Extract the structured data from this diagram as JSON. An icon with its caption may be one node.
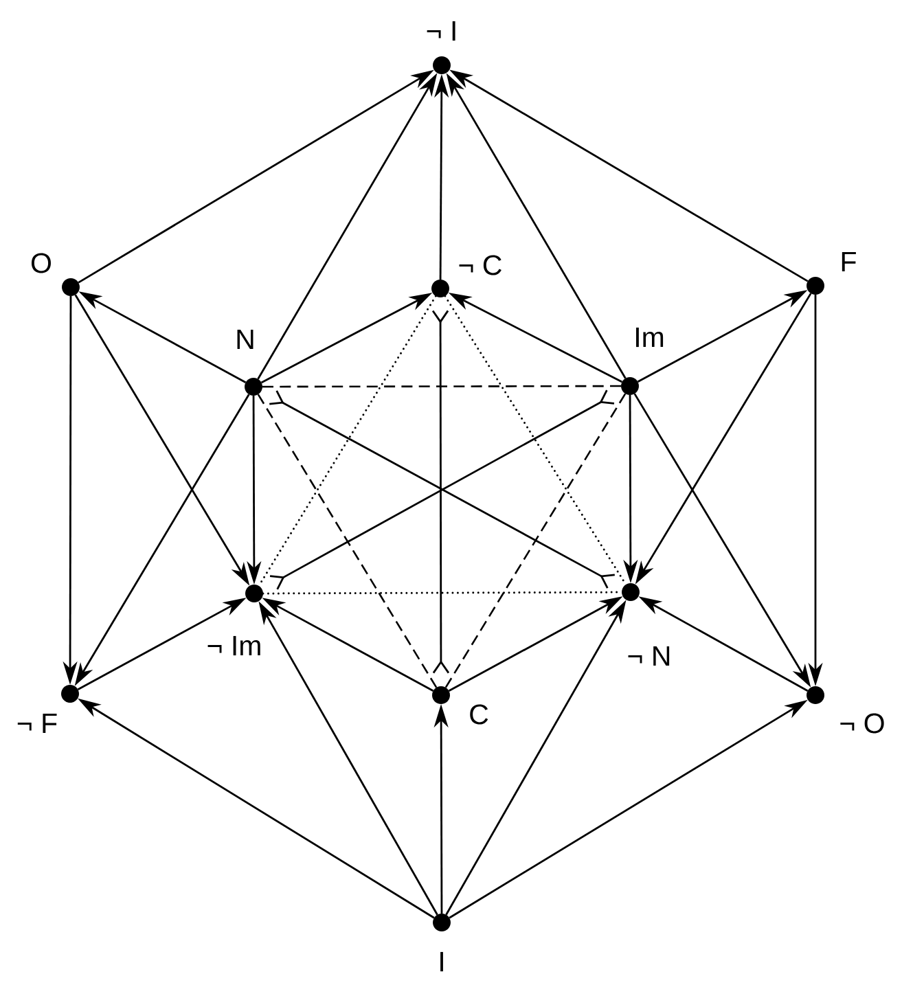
{
  "diagram": {
    "nodes": [
      {
        "text": [
          "¬ I"
        ]
      },
      {
        "text": [
          "O"
        ]
      },
      {
        "text": [
          "¬ C"
        ]
      },
      {
        "text": [
          "F"
        ]
      },
      {
        "text": [
          "N"
        ]
      },
      {
        "text": [
          "Im"
        ]
      },
      {
        "text": [
          "¬ Im"
        ]
      },
      {
        "text": [
          "¬ N"
        ]
      },
      {
        "text": [
          "¬ F"
        ]
      },
      {
        "text": [
          "C"
        ]
      },
      {
        "text": [
          "¬ O"
        ]
      },
      {
        "text": [
          "I"
        ]
      }
    ],
    "edges": [
      {
        "from": 1,
        "to": 0,
        "arrow": "to"
      },
      {
        "from": 4,
        "to": 0,
        "arrow": "to"
      },
      {
        "from": 2,
        "to": 0,
        "arrow": "to"
      },
      {
        "from": 5,
        "to": 0,
        "arrow": "to"
      },
      {
        "from": 3,
        "to": 0,
        "arrow": "to"
      },
      {
        "from": 4,
        "to": 1,
        "arrow": "to"
      },
      {
        "from": 4,
        "to": 2,
        "arrow": "to"
      },
      {
        "from": 5,
        "to": 2,
        "arrow": "to"
      },
      {
        "from": 5,
        "to": 3,
        "arrow": "to"
      },
      {
        "from": 1,
        "to": 8,
        "arrow": "to"
      },
      {
        "from": 1,
        "to": 6,
        "arrow": "to"
      },
      {
        "from": 4,
        "to": 8,
        "arrow": "to"
      },
      {
        "from": 4,
        "to": 6,
        "arrow": "to"
      },
      {
        "from": 5,
        "to": 7,
        "arrow": "to"
      },
      {
        "from": 5,
        "to": 10,
        "arrow": "to"
      },
      {
        "from": 3,
        "to": 7,
        "arrow": "to"
      },
      {
        "from": 3,
        "to": 10,
        "arrow": "to"
      },
      {
        "from": 8,
        "to": 6,
        "arrow": "to"
      },
      {
        "from": 9,
        "to": 6,
        "arrow": "to"
      },
      {
        "from": 9,
        "to": 7,
        "arrow": "to"
      },
      {
        "from": 10,
        "to": 7,
        "arrow": "to"
      },
      {
        "from": 11,
        "to": 8,
        "arrow": "to"
      },
      {
        "from": 11,
        "to": 6,
        "arrow": "to"
      },
      {
        "from": 11,
        "to": 9,
        "arrow": "to"
      },
      {
        "from": 11,
        "to": 7,
        "arrow": "to"
      },
      {
        "from": 11,
        "to": 10,
        "arrow": "to"
      },
      {
        "from": 4,
        "to": 5,
        "arrow": "none",
        "style": "dashed"
      },
      {
        "from": 4,
        "to": 9,
        "arrow": "none",
        "style": "dashed"
      },
      {
        "from": 5,
        "to": 9,
        "arrow": "none",
        "style": "dashed"
      },
      {
        "from": 2,
        "to": 6,
        "arrow": "none",
        "style": "dashed"
      },
      {
        "from": 2,
        "to": 7,
        "arrow": "none",
        "style": "dashed"
      },
      {
        "from": 6,
        "to": 7,
        "arrow": "none",
        "style": "dashed"
      },
      {
        "from": 2,
        "to": 9,
        "arrow": "other"
      },
      {
        "from": 4,
        "to": 7,
        "arrow": "other"
      },
      {
        "from": 5,
        "to": 6,
        "arrow": "other"
      }
    ]
  }
}
